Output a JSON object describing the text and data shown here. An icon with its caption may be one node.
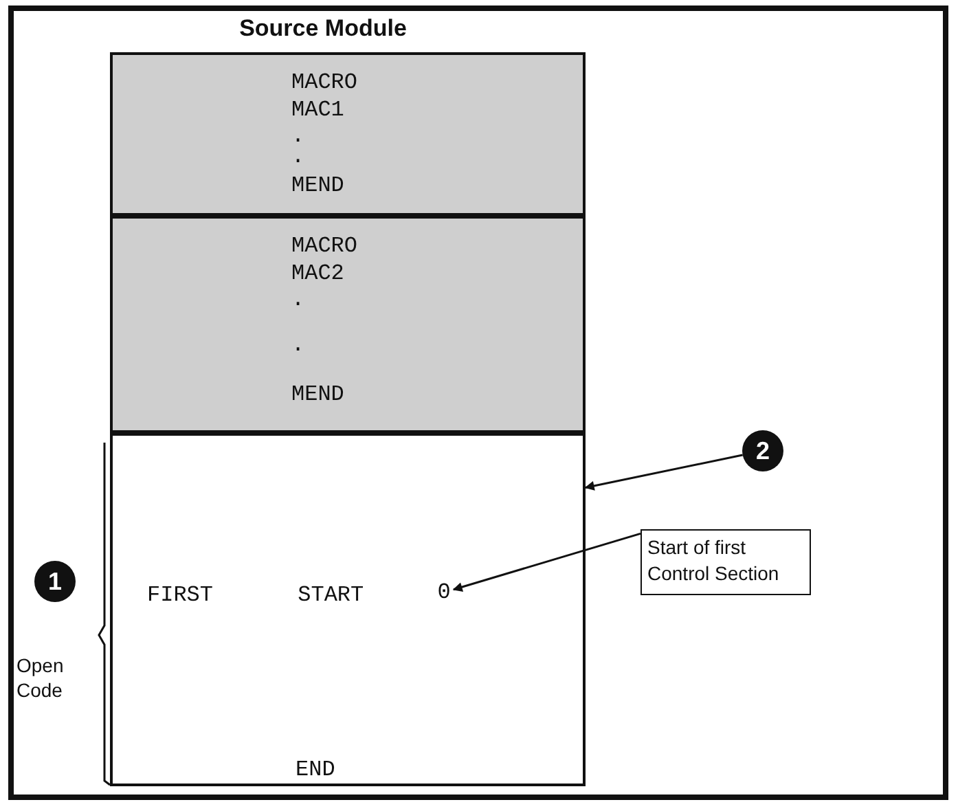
{
  "diagram": {
    "title": "Source Module",
    "nodes": [
      {
        "text": [
          "MACRO",
          "MAC1",
          ".",
          ".",
          "MEND"
        ]
      },
      {
        "text": [
          "MACRO",
          "MAC2",
          ".",
          ".",
          "MEND"
        ]
      },
      {
        "text": [
          "FIRST START",
          "END"
        ]
      },
      {
        "text": [
          "0"
        ],
        "in": 2
      },
      {
        "text": [
          "1"
        ]
      },
      {
        "text": [
          "2"
        ]
      },
      {
        "text": [
          "Start of first Control Section"
        ]
      }
    ],
    "edges": [
      {
        "from": 5,
        "to": 2,
        "arrow": "to"
      },
      {
        "from": 6,
        "to": 3,
        "arrow": "to"
      }
    ],
    "labels": [
      "Open Code"
    ]
  }
}
